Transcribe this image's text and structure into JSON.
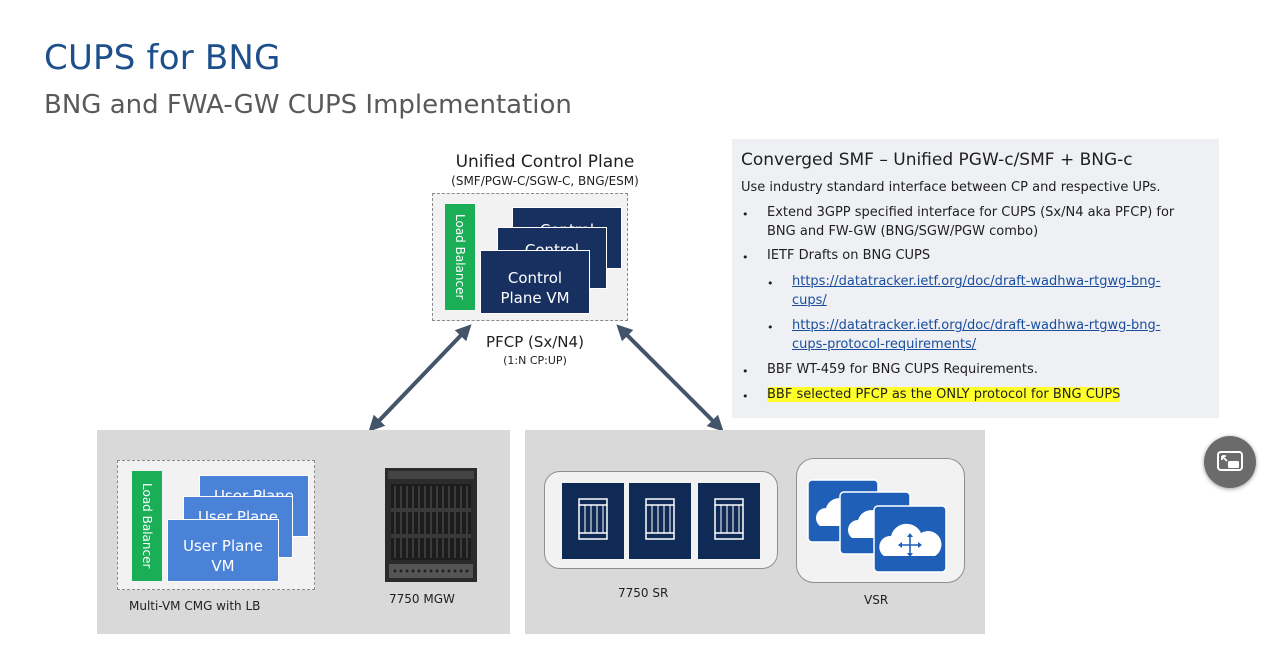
{
  "slide": {
    "title": "CUPS for BNG",
    "subtitle": "BNG and FWA-GW CUPS Implementation"
  },
  "control_plane": {
    "title": "Unified Control Plane",
    "subtitle": "(SMF/PGW-C/SGW-C, BNG/ESM)",
    "load_balancer": "Load Balancer",
    "card_back": "Control",
    "card_mid": "Control",
    "card_front_line1": "Control",
    "card_front_line2": "Plane VM"
  },
  "interface": {
    "label": "PFCP (Sx/N4)",
    "ratio": "(1:N CP:UP)"
  },
  "panel": {
    "heading": "Converged SMF – Unified PGW-c/SMF + BNG-c",
    "intro": "Use industry standard interface between CP and respective UPs.",
    "bullet1_line1": "Extend 3GPP specified interface for CUPS (Sx/N4 aka PFCP) for",
    "bullet1_line2": "BNG and FW-GW (BNG/SGW/PGW combo)",
    "bullet2": "IETF Drafts on BNG CUPS",
    "link1_line1": "https://datatracker.ietf.org/doc/draft-wadhwa-rtgwg-bng-",
    "link1_line2": "cups/",
    "link2_line1": "https://datatracker.ietf.org/doc/draft-wadhwa-rtgwg-bng-",
    "link2_line2": "cups-protocol-requirements/",
    "bullet3": "BBF WT-459 for BNG CUPS Requirements.",
    "bullet4": "BBF selected PFCP as the ONLY protocol for BNG CUPS",
    "bullet_char": "•",
    "highlight_color": "#ffff2a"
  },
  "left_region": {
    "load_balancer": "Load Balancer",
    "card_back": "User Plane",
    "card_mid": "User Plane",
    "card_front_line1": "User Plane",
    "card_front_line2": "VM",
    "cmg_caption": "Multi-VM CMG with LB",
    "mgw_caption": "7750  MGW"
  },
  "right_region": {
    "sr_caption": "7750  SR",
    "vsr_caption": "VSR"
  },
  "colors": {
    "title_blue": "#1c4f8c",
    "dark_navy": "#17305f",
    "user_plane_blue": "#4a82d8",
    "lb_green": "#1aae56",
    "vsr_blue": "#1f5fb8"
  },
  "icons": {
    "float_button": "picture-in-picture-exit-icon",
    "sr_card": "chassis-card-icon",
    "vsr": "cloud-router-icon"
  }
}
